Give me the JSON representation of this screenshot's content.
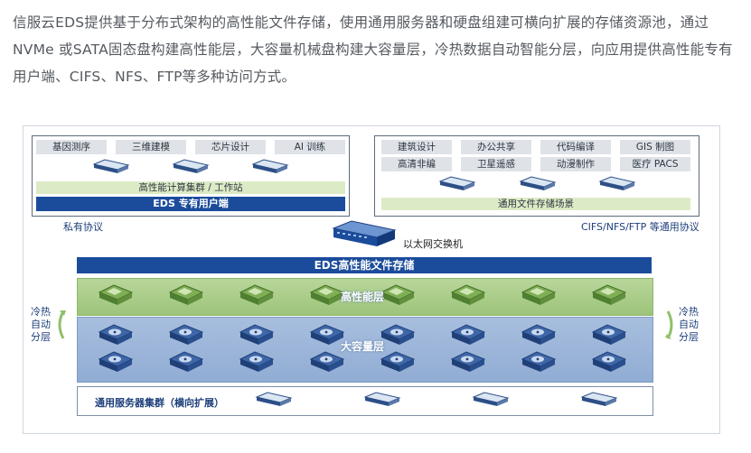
{
  "intro": "信服云EDS提供基于分布式架构的高性能文件存储，使用通用服务器和硬盘组建可横向扩展的存储资源池，通过NVMe 或SATA固态盘构建高性能层，大容量机械盘构建大容量层，冷热数据自动智能分层，向应用提供高性能专有用户端、CIFS、NFS、FTP等多种访问方式。",
  "left_panel": {
    "chips": [
      "基因测序",
      "三维建模",
      "芯片设计",
      "AI 训练"
    ],
    "cluster_label": "高性能计算集群 / 工作站",
    "client_label": "EDS 专有用户端",
    "protocol_label": "私有协议"
  },
  "right_panel": {
    "chips": [
      "建筑设计",
      "办公共享",
      "代码编译",
      "GIS 制图",
      "高清非编",
      "卫星遥感",
      "动漫制作",
      "医疗 PACS"
    ],
    "scene_label": "通用文件存储场景",
    "protocol_label": "CIFS/NFS/FTP 等通用协议"
  },
  "switch_label": "以太网交换机",
  "storage_title": "EDS高性能文件存储",
  "tiers": {
    "hot": "高性能层",
    "cold": "大容量层"
  },
  "tiering_label_left": [
    "冷热",
    "自动",
    "分层"
  ],
  "tiering_label_right": [
    "冷热",
    "自动",
    "分层"
  ],
  "bottom_label": "通用服务器集群（横向扩展）",
  "colors": {
    "accent_blue": "#1b4c9b",
    "hot_green": "#a9cd88",
    "cold_blue": "#9cb5d8",
    "chip_gray": "#dfe3e8"
  }
}
